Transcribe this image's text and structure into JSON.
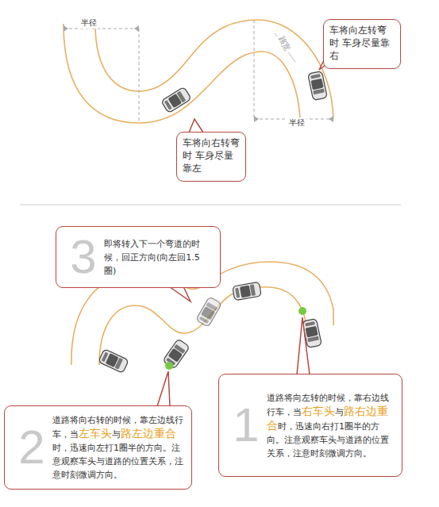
{
  "diagram": {
    "nodes": [
      {
        "text": [
          "车将向左转弯时 车身尽量靠右"
        ]
      },
      {
        "text": [
          "车将向右转弯时 车身尽量靠左"
        ]
      },
      {
        "text": [
          "3",
          "即将转入下一个弯道的时候，回正方向(向左回1.5圈)"
        ]
      },
      {
        "text": [
          "2",
          "道路将向右转的时候，靠左边线行车，当",
          "左车头",
          "与",
          "路左边重合",
          "时，迅速向左打1圈半的方向。注意观察车头与道路的位置关系，注意时刻微调方向。"
        ]
      },
      {
        "text": [
          "1",
          "道路将向左转的时候，靠右边线行车，当",
          "右车头",
          "与",
          "路右边重合",
          "时，迅速向右打1圈半的方向。注意观察车头与道路的位置关系，注意时刻微调方向。"
        ]
      }
    ],
    "labels": [
      "半径",
      "半径",
      "路宽"
    ]
  }
}
